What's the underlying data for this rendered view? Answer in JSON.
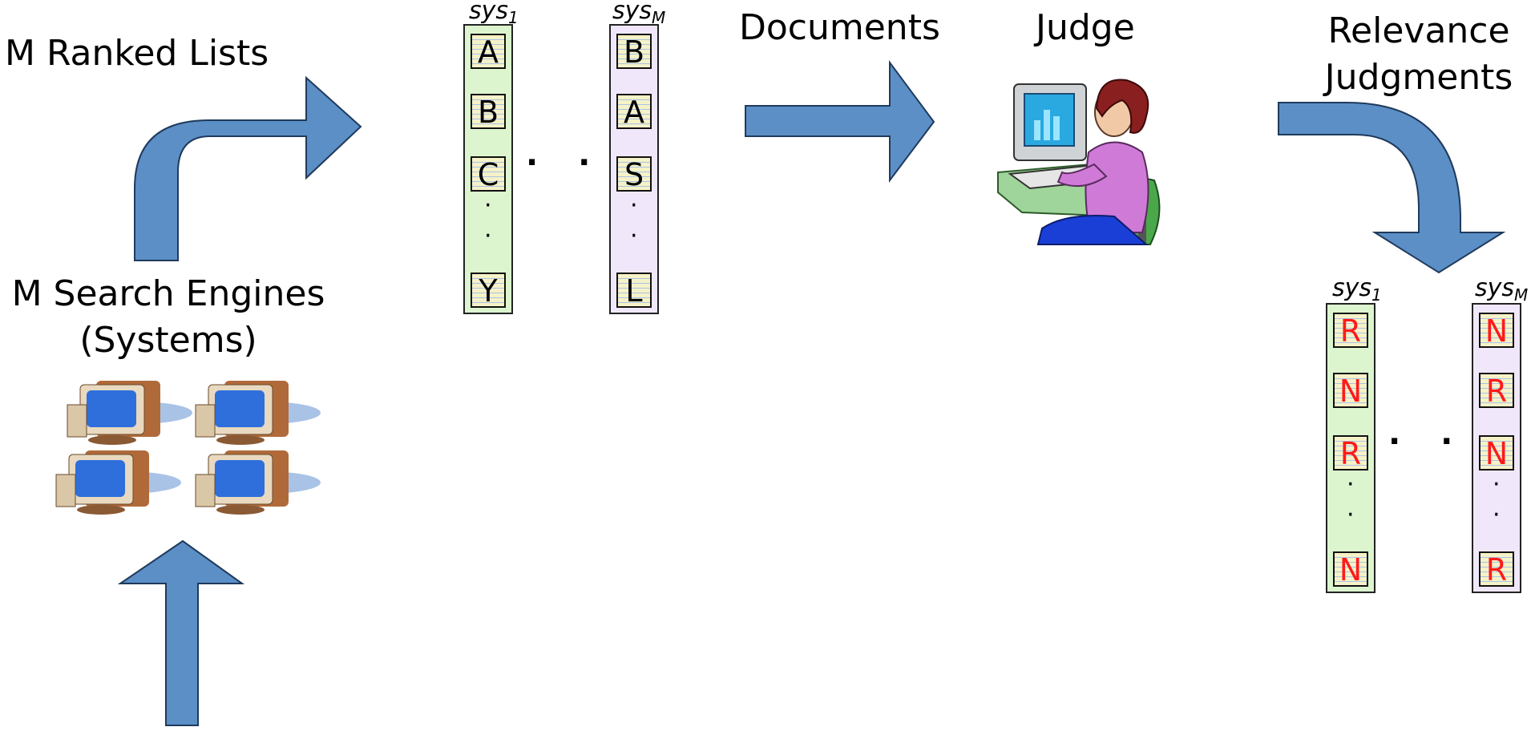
{
  "labels": {
    "ranked_lists": "M Ranked Lists",
    "search_engines_line1": "M Search Engines",
    "search_engines_line2": "(Systems)",
    "documents": "Documents",
    "judge": "Judge",
    "relevance_line1": "Relevance",
    "relevance_line2": "Judgments"
  },
  "ranked_lists": {
    "first": {
      "head": "sys",
      "sub": "1",
      "docs": [
        "A",
        "B",
        "C",
        "Y"
      ]
    },
    "last": {
      "head": "sys",
      "sub": "M",
      "docs": [
        "B",
        "A",
        "S",
        "L"
      ]
    },
    "ellipsis": "· · ·",
    "vdot": "·"
  },
  "judgments": {
    "first": {
      "head": "sys",
      "sub": "1",
      "docs": [
        "R",
        "N",
        "R",
        "N"
      ]
    },
    "last": {
      "head": "sys",
      "sub": "M",
      "docs": [
        "N",
        "R",
        "N",
        "R"
      ]
    },
    "ellipsis": "· · ·",
    "vdot": "·"
  },
  "colors": {
    "arrow": "#5b8fc6",
    "column_green": "#dcf5cf",
    "column_purple": "#f0e8fa",
    "judgment_text": "#ff1a1a"
  },
  "icons": [
    "computer-icon",
    "judge-person-icon",
    "arrow-icon"
  ]
}
